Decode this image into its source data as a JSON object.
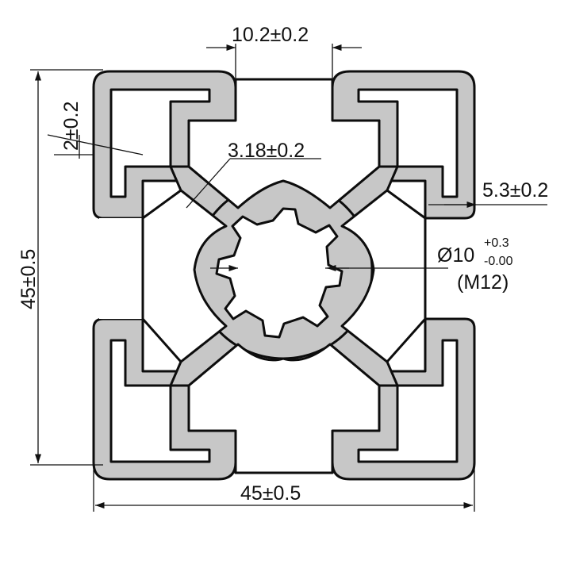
{
  "drawing": {
    "dimensions": {
      "slot_opening": "10.2±0.2",
      "lip_thickness": "2±0.2",
      "web_thickness": "3.18±0.2",
      "slot_depth": "5.3±0.2",
      "height": "45±0.5",
      "width": "45±0.5",
      "bore_symbol_value": "Ø10",
      "bore_tol_upper": "+0.3",
      "bore_tol_lower": "-0.00",
      "thread": "(M12)"
    },
    "colors": {
      "profile_fill": "#c7c7c7",
      "outline": "#0d0d0d",
      "dimension": "#111111"
    }
  }
}
